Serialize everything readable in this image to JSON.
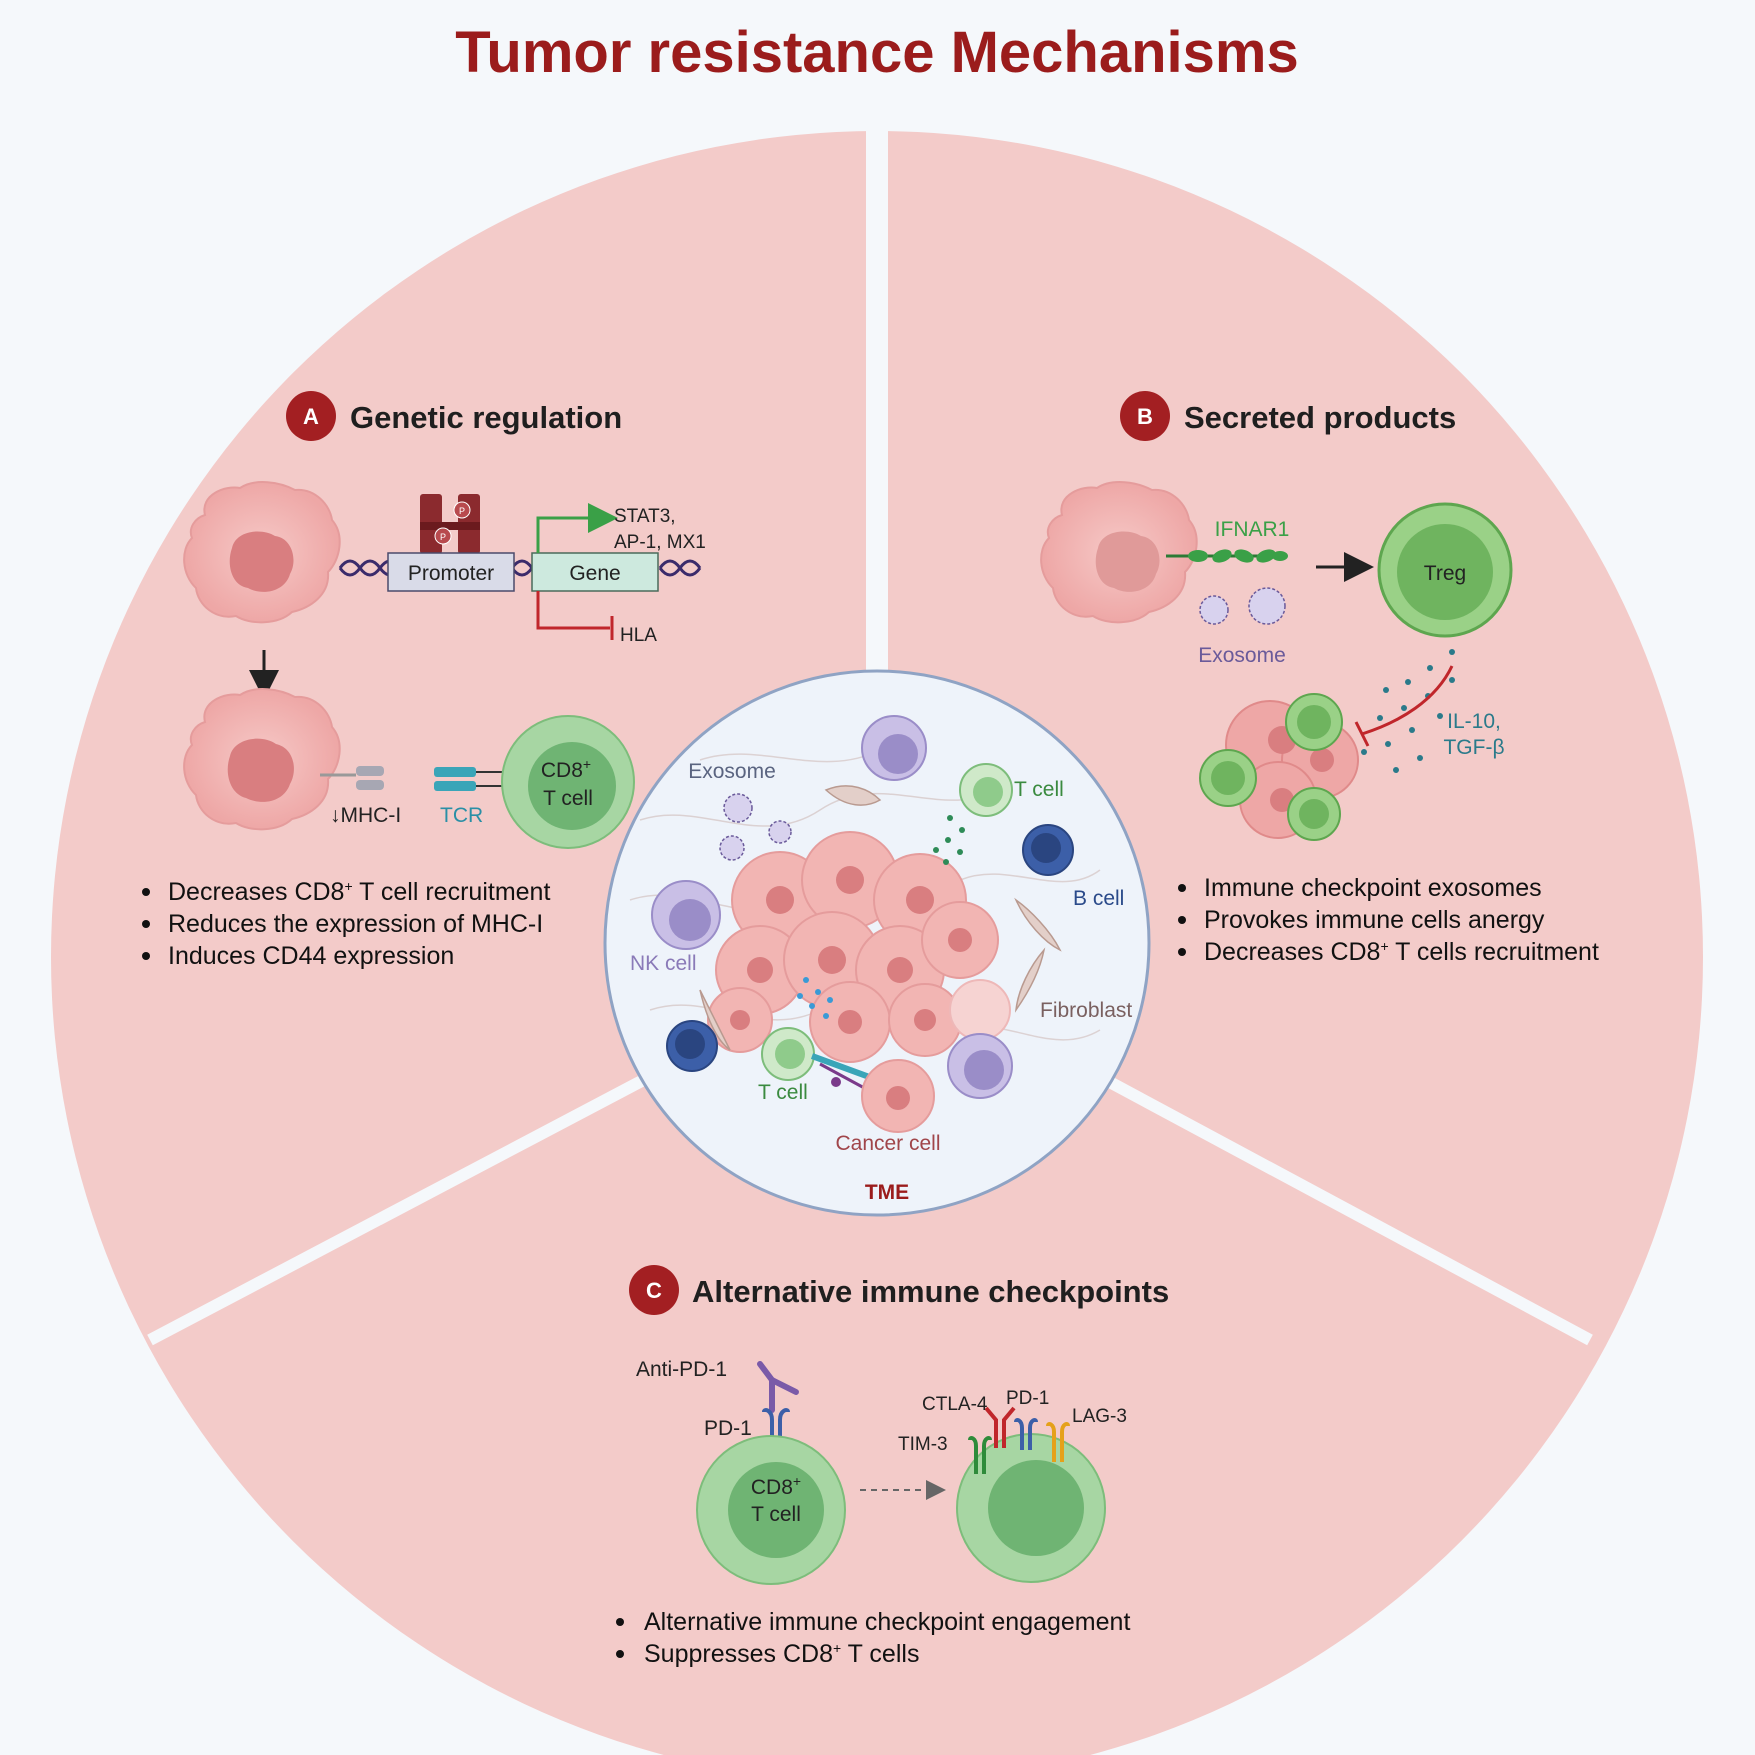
{
  "title": "Tumor  resistance Mechanisms",
  "colors": {
    "title": "#9b1c1c",
    "sector_fill": "#f3cbc9",
    "background": "#f5f8fb",
    "badge": "#a31f22",
    "tme_fill": "#eef3fa",
    "tme_border": "#8fa3c4",
    "tcell_outer": "#a7d6a3",
    "tcell_inner": "#6fb473",
    "tumor_cell": "#f2b5b3",
    "tumor_nucleus": "#d97e80"
  },
  "section_a": {
    "badge": "A",
    "heading": "Genetic regulation",
    "promoter_label": "Promoter",
    "gene_label": "Gene",
    "activated_genes_line1": "STAT3,",
    "activated_genes_line2": "AP-1, MX1",
    "repressed_gene": "HLA",
    "phospho_label": "P",
    "mhc_label": "↓MHC-I",
    "tcr_label": "TCR",
    "cd8_line1": "CD8",
    "cd8_sup": "+",
    "cd8_line2": "T cell",
    "bullets": [
      {
        "pre": "Decreases CD8",
        "sup": "+",
        "post": " T cell recruitment"
      },
      {
        "pre": "Reduces the expression of MHC-I",
        "sup": "",
        "post": ""
      },
      {
        "pre": "Induces CD44 expression",
        "sup": "",
        "post": ""
      }
    ]
  },
  "section_b": {
    "badge": "B",
    "heading": "Secreted products",
    "receptor_label": "IFNAR1",
    "exosome_label": "Exosome",
    "treg_label": "Treg",
    "cytokine_line1": "IL-10,",
    "cytokine_line2": "TGF-β",
    "bullets": [
      {
        "pre": "Immune checkpoint exosomes",
        "sup": "",
        "post": ""
      },
      {
        "pre": "Provokes immune cells anergy",
        "sup": "",
        "post": ""
      },
      {
        "pre": "Decreases CD8",
        "sup": "+",
        "post": " T cells recruitment"
      }
    ]
  },
  "section_c": {
    "badge": "C",
    "heading": "Alternative immune checkpoints",
    "antibody_label": "Anti-PD-1",
    "pd1_left_label": "PD-1",
    "cd8_line1": "CD8",
    "cd8_sup": "+",
    "cd8_line2": "T cell",
    "ctla4_label": "CTLA-4",
    "pd1_right_label": "PD-1",
    "lag3_label": "LAG-3",
    "tim3_label": "TIM-3",
    "bullets": [
      {
        "pre": "Alternative immune  checkpoint engagement",
        "sup": "",
        "post": ""
      },
      {
        "pre": "Suppresses CD8",
        "sup": "+",
        "post": " T cells"
      }
    ]
  },
  "tme": {
    "label": "TME",
    "exosome_label": "Exosome",
    "tcell_top_label": "T cell",
    "bcell_label": "B cell",
    "nkcell_label": "NK cell",
    "fibroblast_label": "Fibroblast",
    "tcell_bottom_label": "T cell",
    "cancer_cell_label": "Cancer cell"
  }
}
